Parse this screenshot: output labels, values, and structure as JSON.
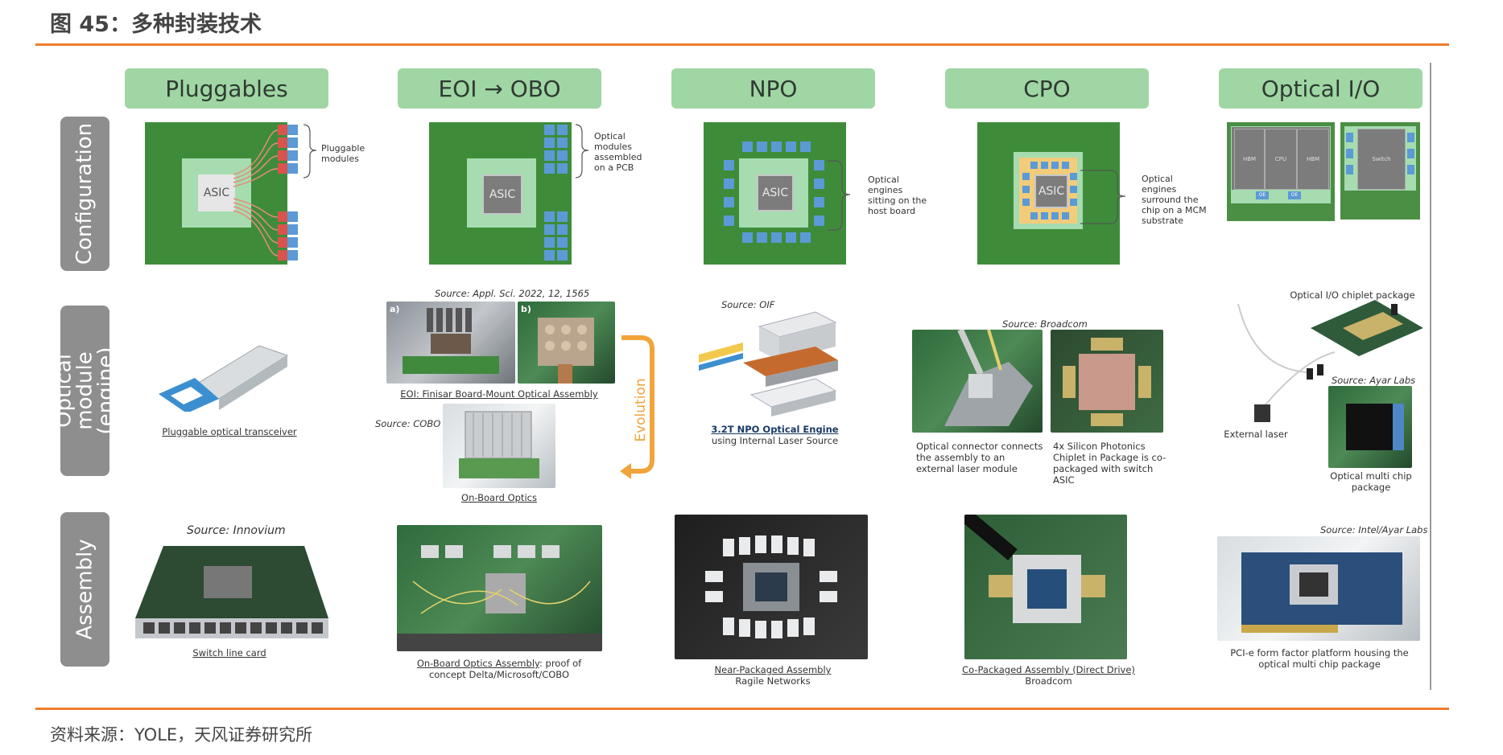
{
  "figure": {
    "title": "图 45：多种封装技术",
    "source_note": "资料来源：YOLE，天风证券研究所"
  },
  "colors": {
    "accent_rule": "#ef7d2b",
    "header_green": "#a0d6a4",
    "board_green": "#3e8c3a",
    "label_grey": "#8e8e8e"
  },
  "columns": [
    "Pluggables",
    "EOI → OBO",
    "NPO",
    "CPO",
    "Optical I/O"
  ],
  "rows": {
    "configuration": "Configuration",
    "optical_module": "Optical module (engine)",
    "assembly": "Assembly"
  },
  "config": {
    "asic_label": "ASIC",
    "pluggables_callout": "Pluggable modules",
    "obo_callout": "Optical modules assembled on a PCB",
    "npo_callout": "Optical engines sitting on the host board",
    "cpo_callout": "Optical engines surround the chip on a MCM substrate",
    "oio_hbm": "HBM",
    "oio_cpu": "CPU",
    "oio_switch": "Switch",
    "oio_oe": "OE"
  },
  "optical": {
    "pluggable_caption": "Pluggable optical transceiver",
    "eoi_source": "Source: Appl. Sci. 2022, 12, 1565",
    "eoi_a": "a)",
    "eoi_b": "b)",
    "eoi_caption": "EOI: Finisar Board-Mount Optical Assembly",
    "cobo_source": "Source: COBO",
    "obo_caption": "On-Board Optics",
    "evolution": "Evolution",
    "npo_source": "Source: OIF",
    "npo_caption": "3.2T NPO Optical Engine",
    "npo_sub": "using Internal Laser Source",
    "cpo_source": "Source: Broadcom",
    "cpo_cap1": "Optical connector connects the assembly to an external laser module",
    "cpo_cap2": "4x Silicon Photonics Chiplet in Package is co-packaged with switch ASIC",
    "oio_chiplet": "Optical I/O chiplet package",
    "oio_laser": "External laser",
    "oio_source": "Source: Ayar Labs",
    "oio_mcp": "Optical multi chip package"
  },
  "assembly": {
    "innovium_source": "Source: Innovium",
    "switch_caption": "Switch line card",
    "obo_caption": "On-Board Optics Assembly",
    "obo_sub": ": proof of concept Delta/Microsoft/COBO",
    "npo_caption": "Near-Packaged Assembly",
    "npo_sub": "Ragile Networks",
    "cpo_caption": "Co-Packaged Assembly (Direct Drive)",
    "cpo_sub": "Broadcom",
    "oio_source": "Source: Intel/Ayar Labs",
    "oio_caption": "PCI-e form factor platform housing the optical multi chip package"
  }
}
